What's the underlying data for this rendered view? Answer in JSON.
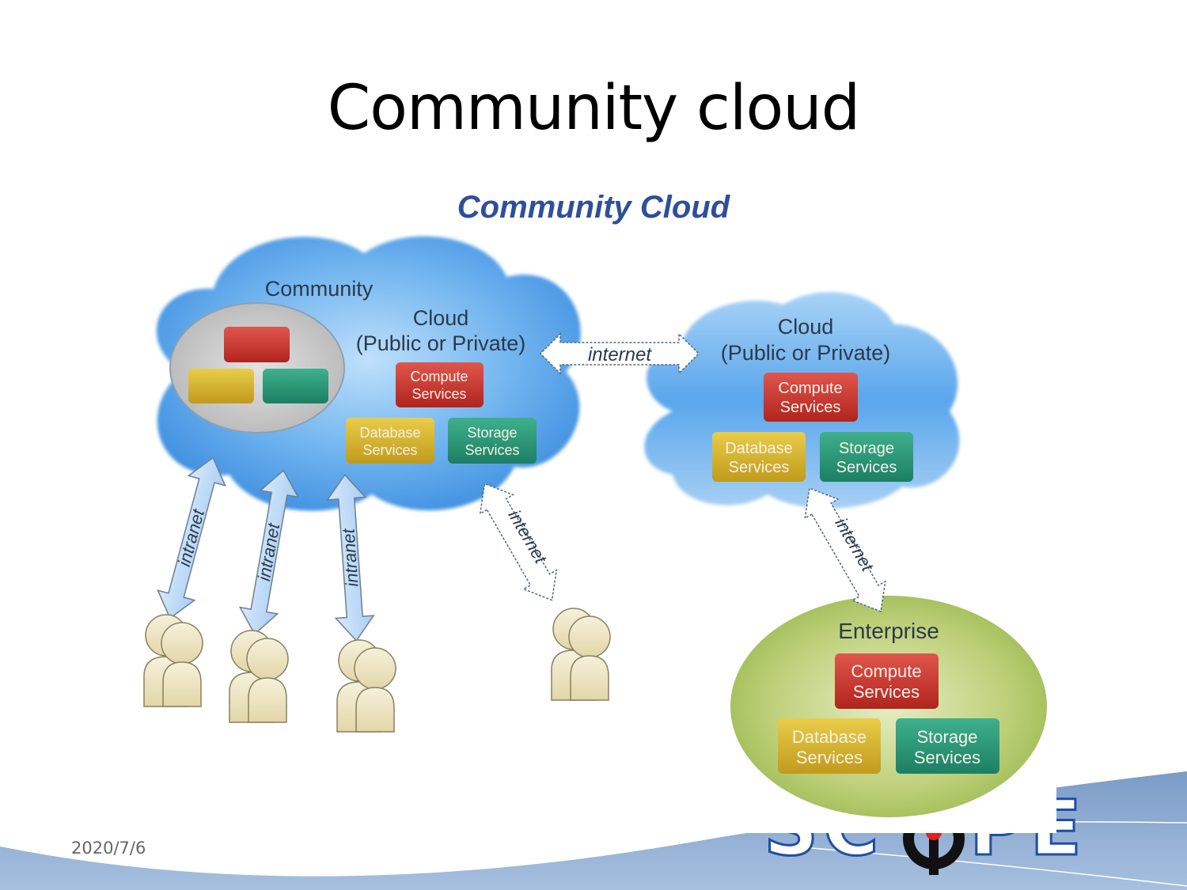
{
  "slide": {
    "title": "Community cloud",
    "date": "2020/7/6"
  },
  "diagram": {
    "title": "Community Cloud",
    "community_cloud": {
      "label_community": "Community",
      "label_cloud": "Cloud",
      "label_type": "(Public or Private)",
      "services": {
        "compute": [
          "Compute",
          "Services"
        ],
        "database": [
          "Database",
          "Services"
        ],
        "storage": [
          "Storage",
          "Services"
        ]
      }
    },
    "public_cloud": {
      "label_cloud": "Cloud",
      "label_type": "(Public or Private)",
      "services": {
        "compute": [
          "Compute",
          "Services"
        ],
        "database": [
          "Database",
          "Services"
        ],
        "storage": [
          "Storage",
          "Services"
        ]
      }
    },
    "enterprise": {
      "label": "Enterprise",
      "services": {
        "compute": [
          "Compute",
          "Services"
        ],
        "database": [
          "Database",
          "Services"
        ],
        "storage": [
          "Storage",
          "Services"
        ]
      }
    },
    "links": {
      "intranet": "intranet",
      "internet": "internet"
    }
  },
  "footer": {
    "logo_text": "SCOPE"
  },
  "colors": {
    "cloud_blue": "#4a9be8",
    "compute_red": "#c8302a",
    "database_yellow": "#d4b22a",
    "storage_green": "#2a9a78",
    "enterprise_green": "#a9c45a",
    "title_blue": "#2f4f9a",
    "user_beige": "#ece4c4"
  }
}
